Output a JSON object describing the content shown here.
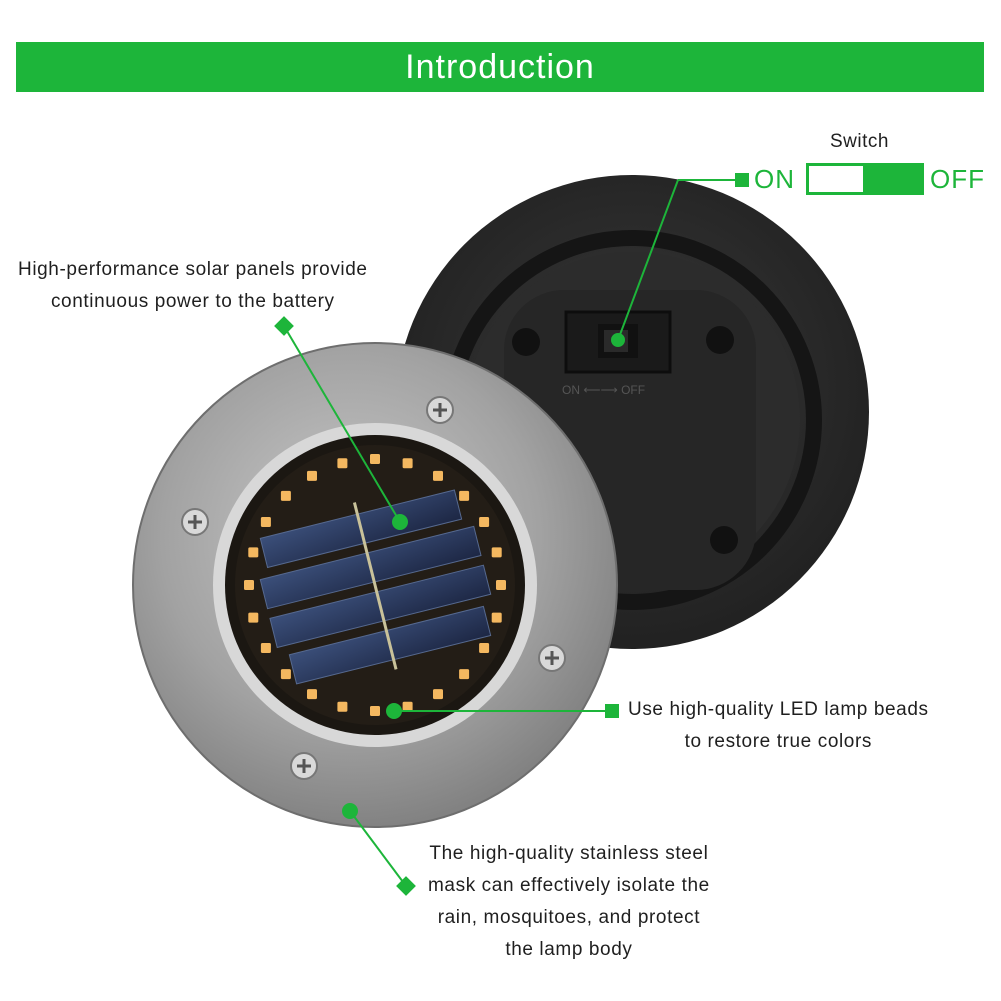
{
  "banner": {
    "title": "Introduction"
  },
  "switch": {
    "title": "Switch",
    "on_label": "ON",
    "off_label": "OFF"
  },
  "captions": {
    "solar": [
      "High-performance solar panels provide",
      "continuous power to the battery"
    ],
    "led": [
      "Use high-quality LED lamp beads",
      "to restore true colors"
    ],
    "steel": [
      "The high-quality stainless steel",
      "mask can effectively isolate the",
      "rain, mosquitoes, and protect",
      "the lamp body"
    ]
  },
  "product_markings": {
    "back_switch_text": "ON ⟵⟶ OFF"
  },
  "colors": {
    "accent": "#1db53a",
    "led": "#f4b860",
    "steel": "#9a9a9a",
    "body": "#2a2a2a"
  }
}
